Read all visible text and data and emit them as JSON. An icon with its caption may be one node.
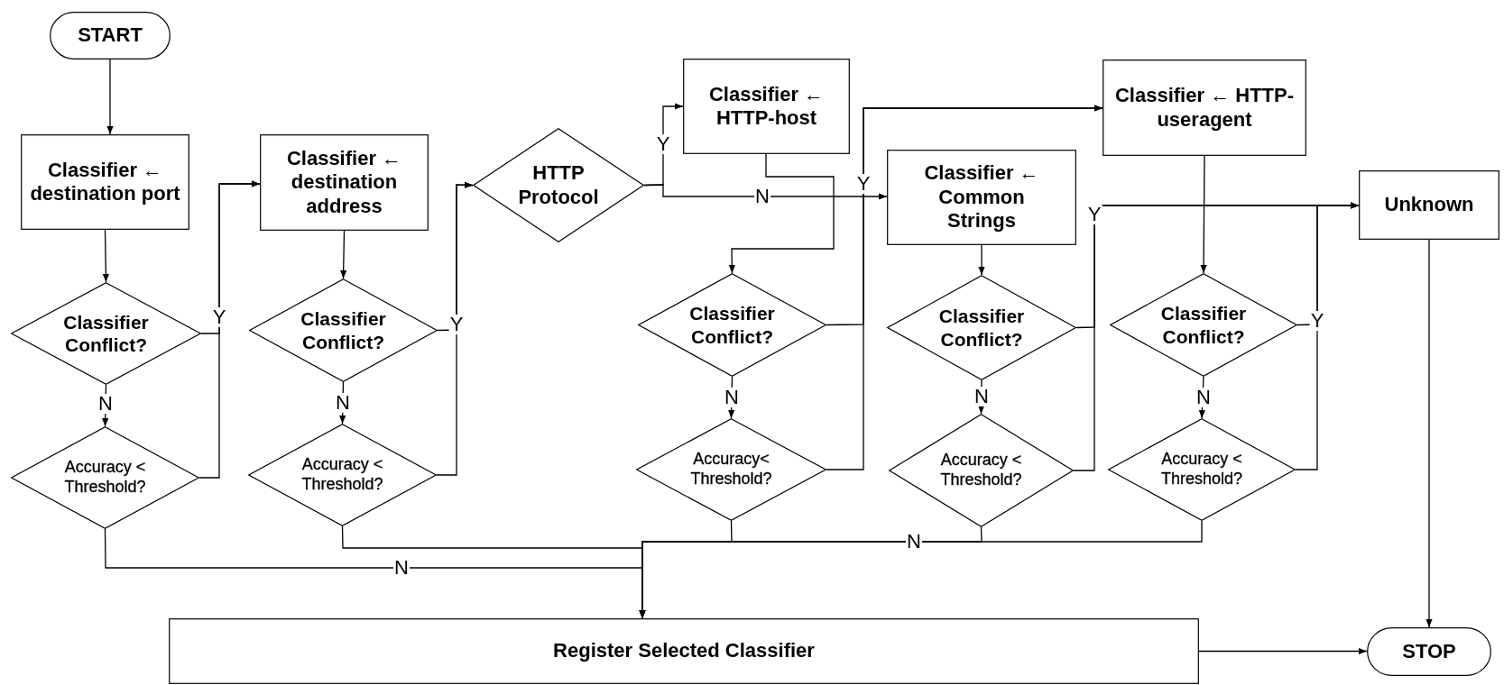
{
  "diagram": {
    "nodes": [
      {
        "text": [
          "START"
        ]
      },
      {
        "text": [
          "Classifier ← destination port"
        ]
      },
      {
        "text": [
          "Classifier ← destination address"
        ]
      },
      {
        "text": [
          "HTTP Protocol"
        ]
      },
      {
        "text": [
          "Classifier ← HTTP-host"
        ]
      },
      {
        "text": [
          "Classifier ← HTTP-useragent"
        ]
      },
      {
        "text": [
          "Classifier ← Common Strings"
        ]
      },
      {
        "text": [
          "Unknown"
        ]
      },
      {
        "text": [
          "Classifier Conflict?"
        ]
      },
      {
        "text": [
          "Accuracy < Threshold?"
        ]
      },
      {
        "text": [
          "Classifier Conflict?"
        ]
      },
      {
        "text": [
          "Accuracy < Threshold?"
        ]
      },
      {
        "text": [
          "Classifier Conflict?"
        ]
      },
      {
        "text": [
          "Accuracy< Threshold?"
        ]
      },
      {
        "text": [
          "Classifier Conflict?"
        ]
      },
      {
        "text": [
          "Accuracy < Threshold?"
        ]
      },
      {
        "text": [
          "Classifier Conflict?"
        ]
      },
      {
        "text": [
          "Accuracy < Threshold?"
        ]
      },
      {
        "text": [
          "Register Selected Classifier"
        ]
      },
      {
        "text": [
          "STOP"
        ]
      }
    ],
    "edges": [
      {
        "from": 0,
        "to": 1,
        "arrow": "to"
      },
      {
        "from": 1,
        "to": 8,
        "arrow": "to"
      },
      {
        "from": 8,
        "to": 9,
        "arrow": "to",
        "label": "N"
      },
      {
        "from": 8,
        "to": 2,
        "arrow": "to",
        "label": "Y"
      },
      {
        "from": 9,
        "to": 2,
        "arrow": "to"
      },
      {
        "from": 9,
        "to": 18,
        "arrow": "to",
        "label": "N"
      },
      {
        "from": 2,
        "to": 10,
        "arrow": "to"
      },
      {
        "from": 10,
        "to": 11,
        "arrow": "to",
        "label": "N"
      },
      {
        "from": 10,
        "to": 3,
        "arrow": "to",
        "label": "Y"
      },
      {
        "from": 11,
        "to": 3,
        "arrow": "to"
      },
      {
        "from": 11,
        "to": 18,
        "arrow": "to"
      },
      {
        "from": 3,
        "to": 4,
        "arrow": "to",
        "label": "Y"
      },
      {
        "from": 3,
        "to": 6,
        "arrow": "to",
        "label": "N"
      },
      {
        "from": 4,
        "to": 12,
        "arrow": "to"
      },
      {
        "from": 12,
        "to": 13,
        "arrow": "to",
        "label": "N"
      },
      {
        "from": 12,
        "to": 5,
        "arrow": "to",
        "label": "Y"
      },
      {
        "from": 13,
        "to": 5,
        "arrow": "to"
      },
      {
        "from": 13,
        "to": 18,
        "arrow": "to"
      },
      {
        "from": 6,
        "to": 14,
        "arrow": "to"
      },
      {
        "from": 14,
        "to": 15,
        "arrow": "to",
        "label": "N"
      },
      {
        "from": 14,
        "to": 7,
        "arrow": "to",
        "label": "Y"
      },
      {
        "from": 15,
        "to": 7,
        "arrow": "to"
      },
      {
        "from": 16,
        "to": 7,
        "arrow": "to",
        "label": "Y"
      },
      {
        "from": 17,
        "to": 7,
        "arrow": "to"
      },
      {
        "from": 15,
        "to": 18,
        "arrow": "to",
        "label": "N"
      },
      {
        "from": 17,
        "to": 18,
        "arrow": "to"
      },
      {
        "from": 5,
        "to": 16,
        "arrow": "to"
      },
      {
        "from": 16,
        "to": 17,
        "arrow": "to",
        "label": "N"
      },
      {
        "from": 7,
        "to": 19,
        "arrow": "to"
      },
      {
        "from": 18,
        "to": 19,
        "arrow": "to"
      }
    ]
  }
}
